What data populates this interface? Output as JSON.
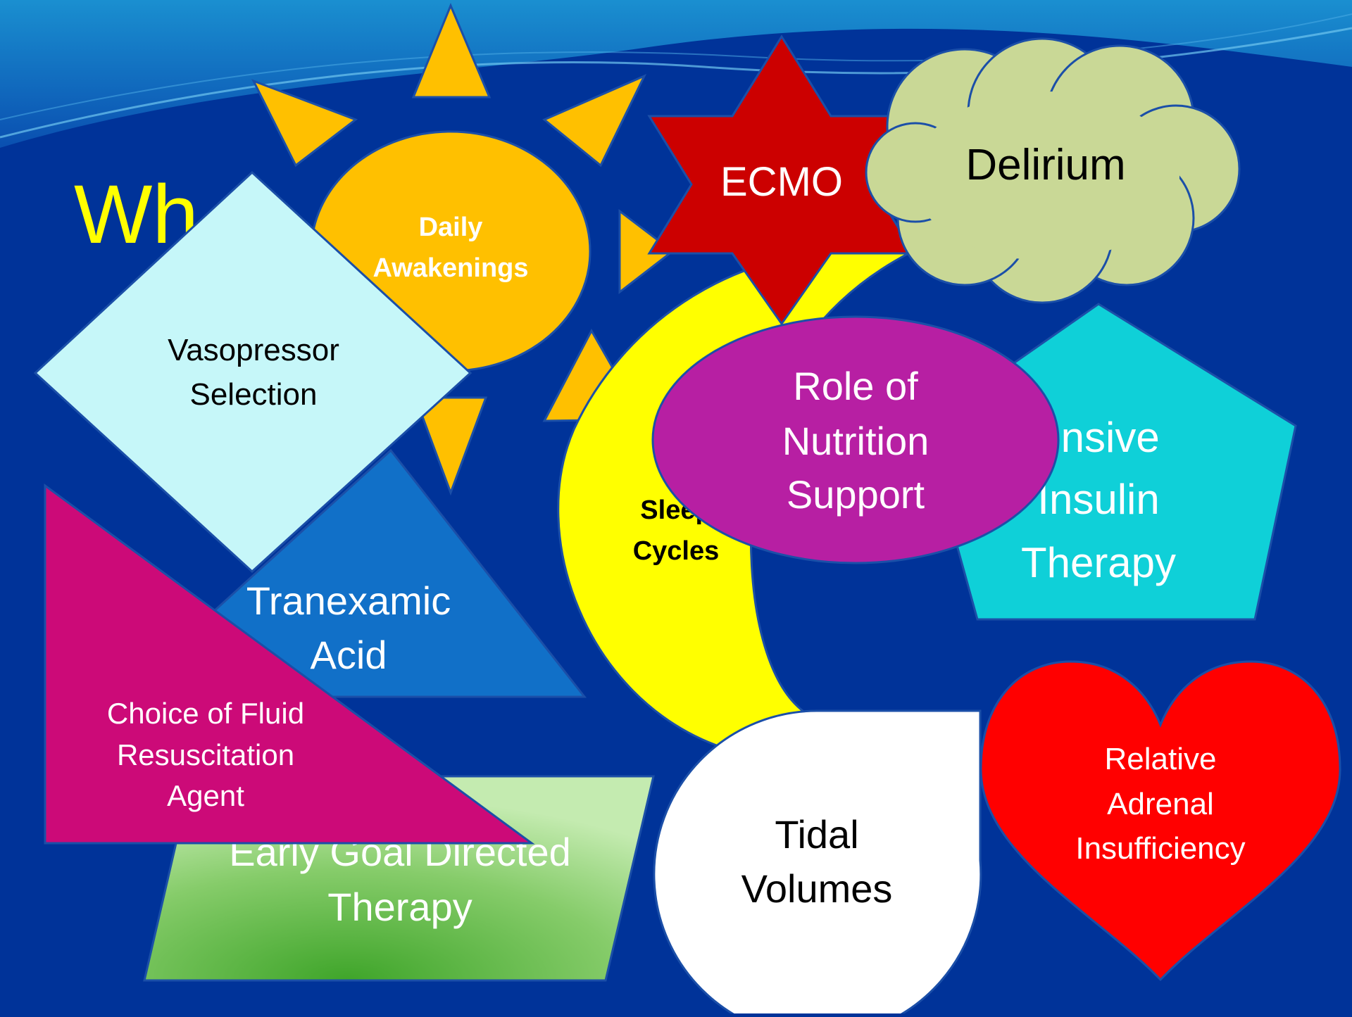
{
  "slide": {
    "title_visible": "Wh",
    "shapes": {
      "sun": {
        "line1": "Daily",
        "line2": "Awakenings"
      },
      "ecmo": {
        "label": "ECMO"
      },
      "delirium": {
        "label": "Delirium"
      },
      "moon": {
        "line1": "Sleep",
        "line2": "Cycles"
      },
      "diamond": {
        "line1": "Vasopressor",
        "line2": "Selection"
      },
      "nutrition": {
        "line1": "Role of",
        "line2": "Nutrition",
        "line3": "Support"
      },
      "pentagon": {
        "line1": "ensive",
        "line2": "Insulin",
        "line3": "Therapy"
      },
      "tranexamic": {
        "line1": "Tranexamic",
        "line2": "Acid"
      },
      "fluid": {
        "line1": "Choice of Fluid",
        "line2": "Resuscitation",
        "line3": "Agent"
      },
      "early_goal": {
        "line1": "Early Goal Directed",
        "line2": "Therapy"
      },
      "tidal": {
        "line1": "Tidal",
        "line2": "Volumes"
      },
      "heart": {
        "line1": "Relative",
        "line2": "Adrenal",
        "line3": "Insufficiency"
      }
    }
  },
  "colors": {
    "background": "#003399",
    "title": "#FFFF00",
    "sun": "#FFC000",
    "ecmo": "#CC0000",
    "delirium": "#C9D896",
    "moon": "#FFFF00",
    "diamond": "#C6F7F9",
    "nutrition": "#B71FA3",
    "pentagon": "#0FD0D8",
    "tranexamic": "#1170C8",
    "fluid": "#CC0A78",
    "early_goal": "#7CC35A",
    "tidal": "#FFFFFF",
    "heart": "#FF0000"
  }
}
